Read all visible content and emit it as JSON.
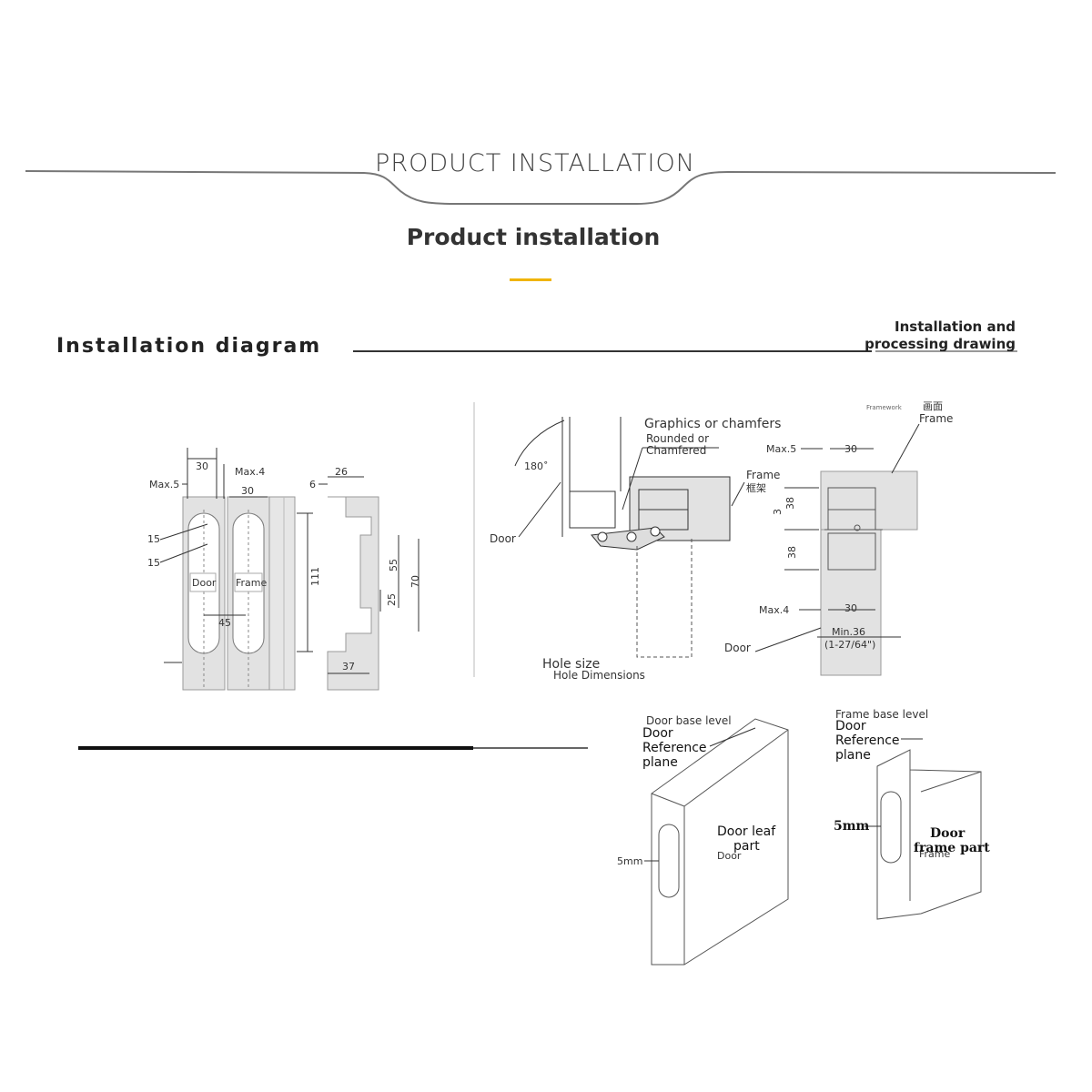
{
  "header": {
    "title": "PRODUCT  INSTALLATION",
    "subtitle": "Product installation",
    "accent_color": "#f0b400"
  },
  "section": {
    "title": "Installation  diagram",
    "right_label_line1": "Installation and",
    "right_label_line2": "processing drawing"
  },
  "left_drawing": {
    "dims": {
      "w30_top": "30",
      "max5": "Max.5",
      "max4": "Max.4",
      "w30_frame": "30",
      "d15a": "15",
      "d15b": "15",
      "door": "Door",
      "frame": "Frame",
      "d45": "45",
      "d111": "111",
      "d6": "6",
      "d26": "26",
      "d55": "55",
      "d70": "70",
      "d25": "25",
      "d37": "37"
    }
  },
  "right_drawing": {
    "deg180": "180˚",
    "door": "Door",
    "graphics": "Graphics or chamfers",
    "rounded": "Rounded or",
    "chamfered": "Chamfered",
    "frame": "Frame",
    "frame_cn": "框架",
    "hole_size": "Hole size",
    "hole_dims": "Hole Dimensions",
    "framework": "Framework",
    "frame_top_cn": "画面",
    "frame_top": "Frame",
    "max5": "Max.5",
    "w30a": "30",
    "d3": "3",
    "d38a": "38",
    "d38b": "38",
    "max4": "Max.4",
    "w30b": "30",
    "min36": "Min.36",
    "min36_in": "(1-27/64\")",
    "door2": "Door"
  },
  "bottom_drawings": {
    "door_base_level": "Door base level",
    "door_ref_1": "Door",
    "door_ref_2": "Reference",
    "door_ref_3": "plane",
    "mm5_left": "5mm",
    "door_leaf": "Door leaf",
    "door_small": "Door",
    "part": "part",
    "frame_base_level": "Frame  base level",
    "frame_ref_1": "Door",
    "frame_ref_2": "Reference",
    "frame_ref_3": "plane",
    "mm5_right": "5mm",
    "door_frame_1": "Door",
    "door_frame_2": "frame part",
    "frame_ghost": "Frame"
  }
}
